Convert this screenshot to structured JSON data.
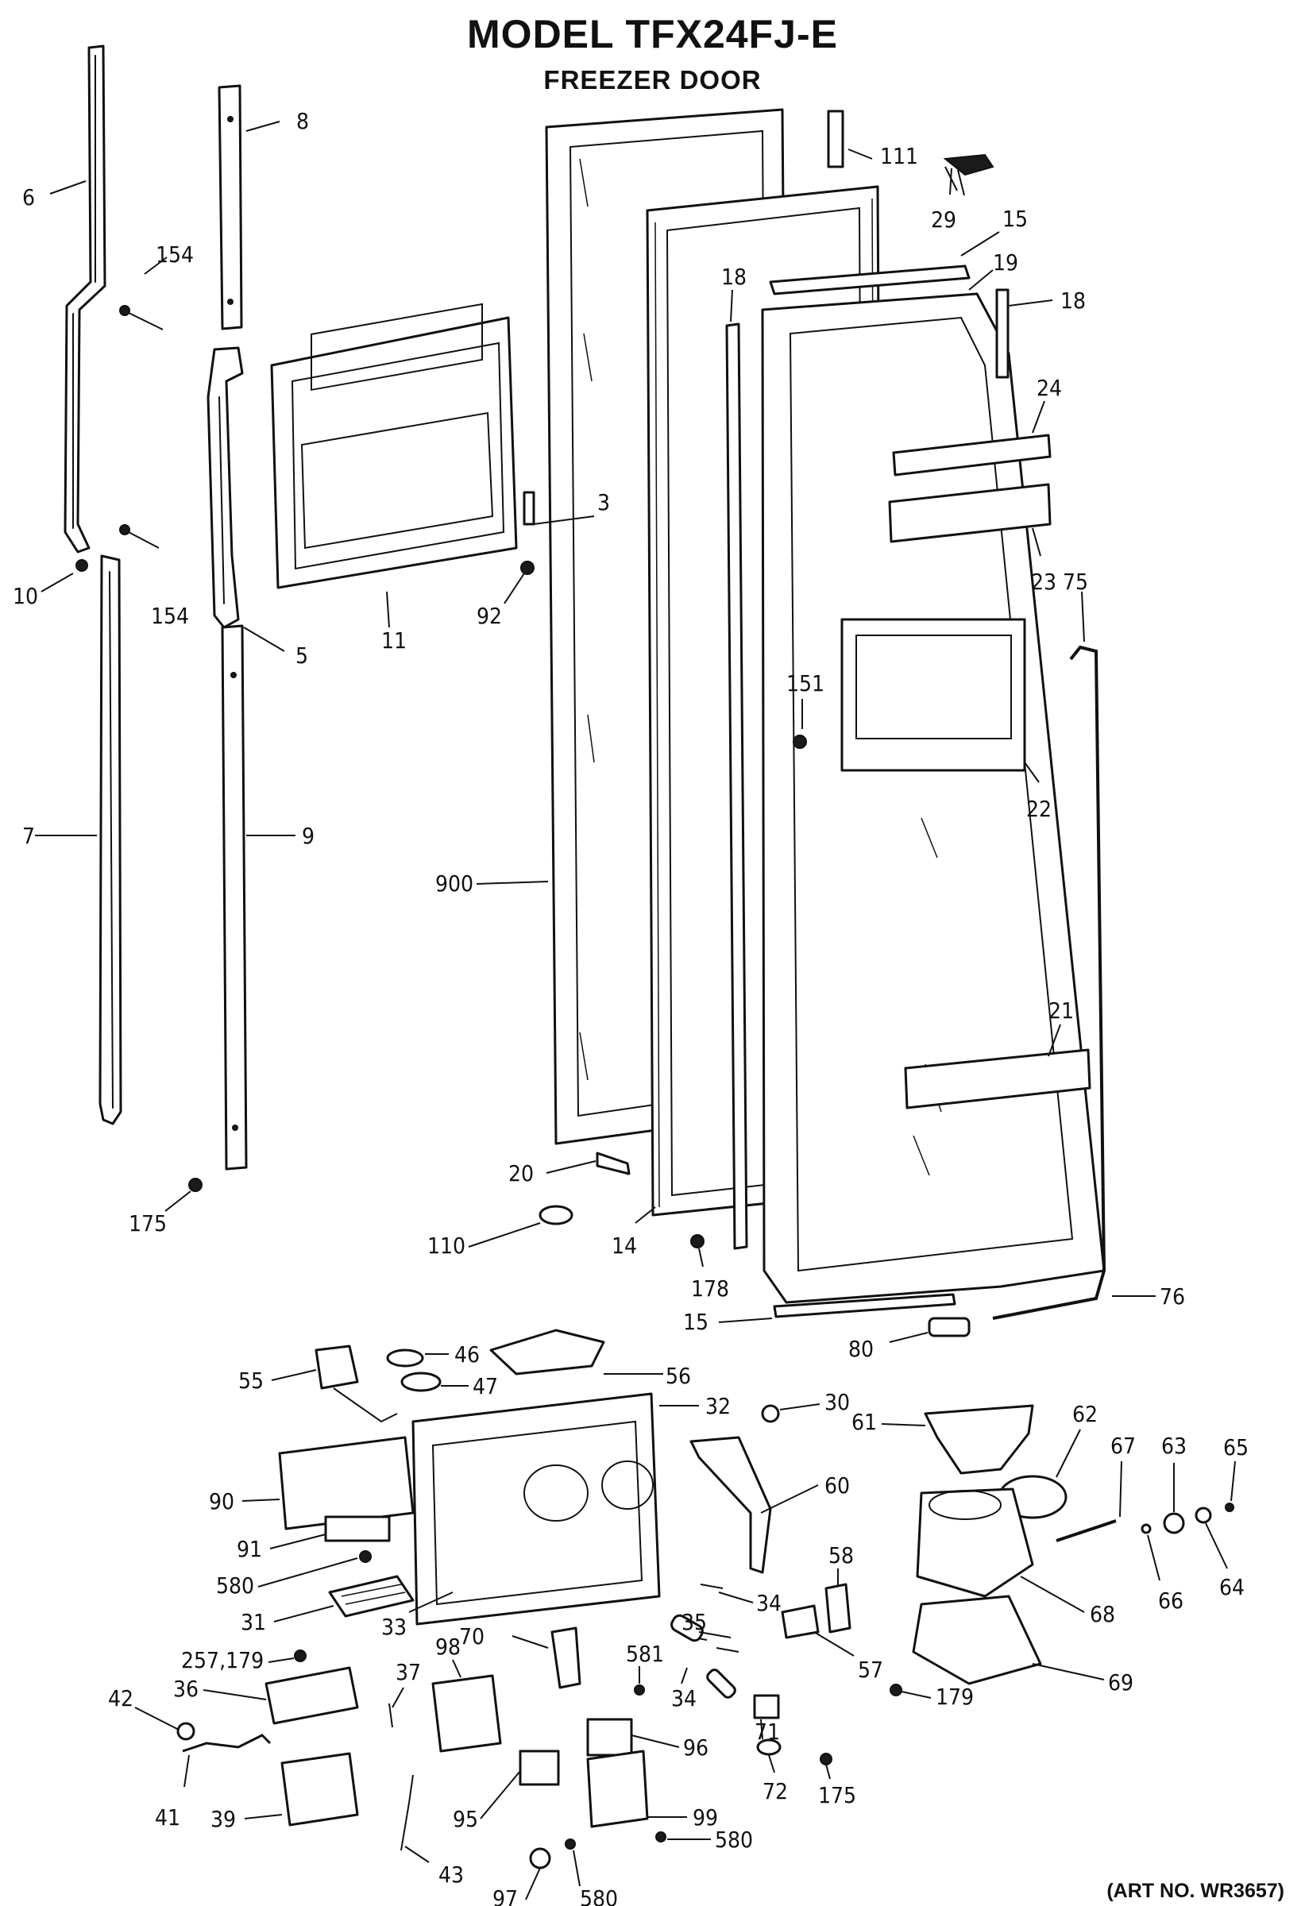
{
  "title": "MODEL  TFX24FJ-E",
  "subtitle": "FREEZER DOOR",
  "art_number": "(ART NO. WR3657)",
  "labels": {
    "p6": "6",
    "p8": "8",
    "p154a": "154",
    "p154b": "154",
    "p10": "10",
    "p5": "5",
    "p11": "11",
    "p3": "3",
    "p92": "92",
    "p7": "7",
    "p9": "9",
    "p900": "900",
    "p175a": "175",
    "p111": "111",
    "p29": "29",
    "p15a": "15",
    "p19": "19",
    "p18a": "18",
    "p18b": "18",
    "p24": "24",
    "p23": "23",
    "p75": "75",
    "p151": "151",
    "p22": "22",
    "p21": "21",
    "p20": "20",
    "p110": "110",
    "p14": "14",
    "p178": "178",
    "p76": "76",
    "p15b": "15",
    "p80": "80",
    "p55": "55",
    "p46": "46",
    "p47": "47",
    "p56": "56",
    "p32": "32",
    "p30": "30",
    "p61": "61",
    "p62": "62",
    "p67": "67",
    "p63": "63",
    "p65": "65",
    "p90": "90",
    "p60": "60",
    "p91": "91",
    "p580a": "580",
    "p31": "31",
    "p33": "33",
    "p34a": "34",
    "p58": "58",
    "p66": "66",
    "p64": "64",
    "p68": "68",
    "p35": "35",
    "p257": "257,179",
    "p37": "37",
    "p70": "70",
    "p36": "36",
    "p98": "98",
    "p581": "581",
    "p57": "57",
    "p179": "179",
    "p69": "69",
    "p34b": "34",
    "p42": "42",
    "p71": "71",
    "p96": "96",
    "p72": "72",
    "p175b": "175",
    "p41": "41",
    "p39": "39",
    "p95": "95",
    "p99": "99",
    "p43": "43",
    "p97": "97",
    "p580b": "580",
    "p580c": "580"
  }
}
